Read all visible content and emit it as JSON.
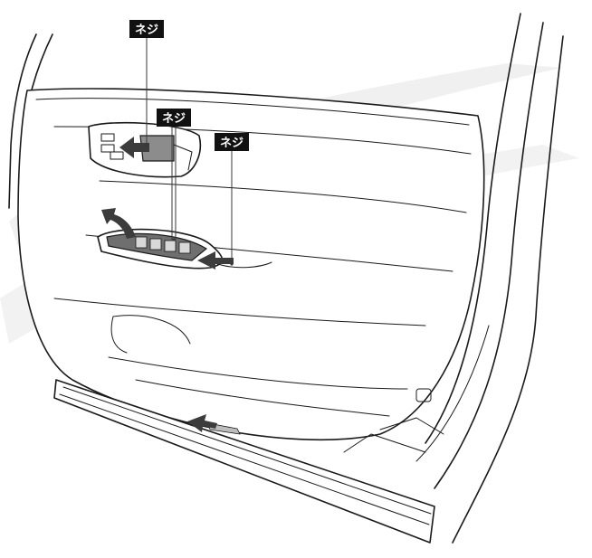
{
  "callouts": [
    {
      "id": "screw-top",
      "label": "ネジ"
    },
    {
      "id": "screw-middle",
      "label": "ネジ"
    },
    {
      "id": "screw-right",
      "label": "ネジ"
    }
  ],
  "colors": {
    "line": "#1a1a1a",
    "arrow": "#3c3c3c",
    "watermark": "#ebebeb",
    "label_bg": "#111111",
    "label_text": "#ffffff"
  }
}
